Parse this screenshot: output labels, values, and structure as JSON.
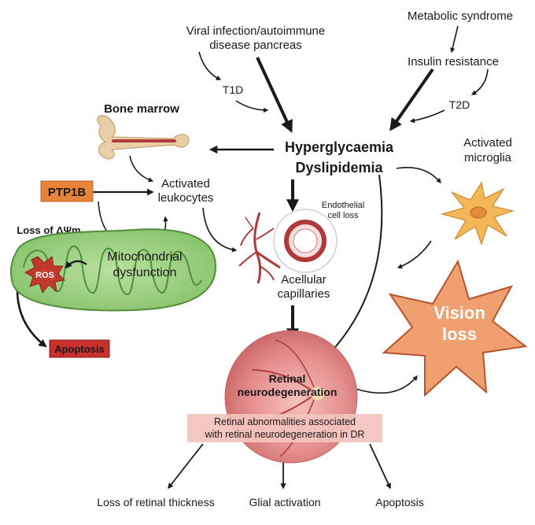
{
  "texts": {
    "viral_line1": "Viral infection/autoimmune",
    "viral_line2": "disease pancreas",
    "metabolic": "Metabolic syndrome",
    "insulin": "Insulin resistance",
    "t1d": "T1D",
    "t2d": "T2D",
    "bone_marrow": "Bone marrow",
    "hyper1": "Hyperglycaemia",
    "hyper2": "Dyslipidemia",
    "microglia1": "Activated",
    "microglia2": "microglia",
    "ptp1b": "PTP1B",
    "leuko1": "Activated",
    "leuko2": "leukocytes",
    "loss_dwm": "Loss of ΔΨm",
    "ros": "ROS",
    "mito1": "Mitochondrial",
    "mito2": "dysfunction",
    "endo1": "Endothelial",
    "endo2": "cell loss",
    "acell1": "Acellular",
    "acell2": "capillaries",
    "vision1": "Vision",
    "vision2": "loss",
    "apoptosis_box": "Apoptosis",
    "retinal1": "Retinal",
    "retinal2": "neurodegeneration",
    "abn1": "Retinal abnormalities associated",
    "abn2": "with retinal neurodegeneration in DR",
    "out1": "Loss of retinal thickness",
    "out2": "Glial activation",
    "out3": "Apoptosis"
  },
  "colors": {
    "arrow": "#1a1a1a",
    "ptp1b_fill": "#e8833a",
    "apoptosis_fill": "#c9302c",
    "mito_fill": "#9bcf7e",
    "mito_edge": "#4f8f3a",
    "ros_fill": "#c0392b",
    "vision_fill": "#f0a070",
    "vision_edge": "#b5532a",
    "retina_fill": "#e88a8a",
    "abn_band": "#f3c3bd",
    "microglia_fill": "#f4b657",
    "bone_fill": "#e9cfa8",
    "vessel": "#b03a3a"
  }
}
